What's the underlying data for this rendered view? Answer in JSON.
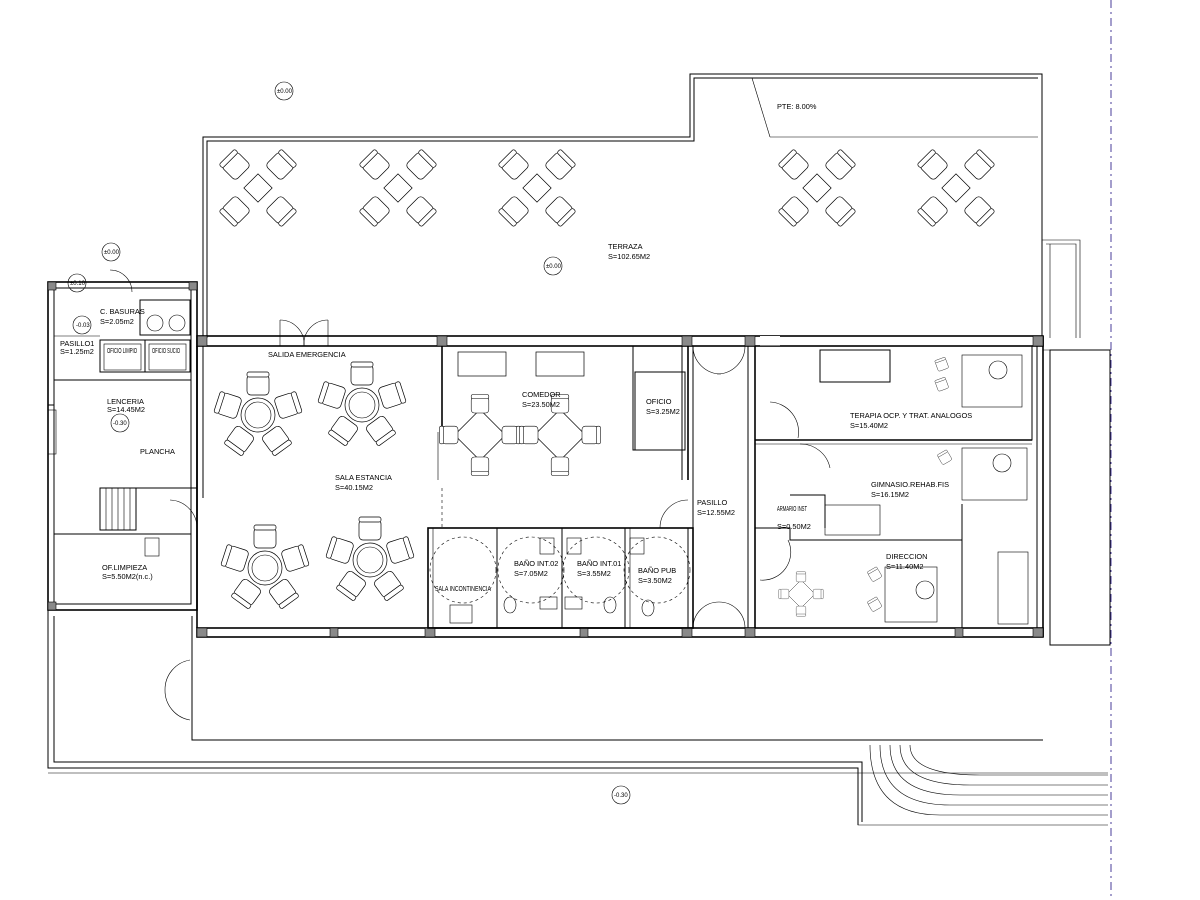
{
  "plan": {
    "slope": "PTE: 8.00%",
    "levels": {
      "top": "±0.00",
      "terrace": "±0.00",
      "entry": "±0.00",
      "entry2": "±0.10",
      "trash": "-0.03",
      "linen": "-0.30",
      "bottom": "-0.30"
    },
    "rooms": [
      {
        "name": "TERRAZA",
        "area": "S=102.65M2"
      },
      {
        "name": "C. BASURAS",
        "area": "S=2.05m2"
      },
      {
        "name": "PASILLO1",
        "area": "S=1.25m2"
      },
      {
        "name": "OFICIO LIMPIO",
        "area": ""
      },
      {
        "name": "OFICIO SUCIO",
        "area": ""
      },
      {
        "name": "LENCERIA",
        "area": "S=14.45M2"
      },
      {
        "name": "PLANCHA",
        "area": ""
      },
      {
        "name": "OF.LIMPIEZA",
        "area": "S=5.50M2(n.c.)"
      },
      {
        "name": "SALIDA EMERGENCIA",
        "area": ""
      },
      {
        "name": "SALA ESTANCIA",
        "area": "S=40.15M2"
      },
      {
        "name": "COMEDOR",
        "area": "S=23.50M2"
      },
      {
        "name": "OFICIO",
        "area": "S=3.25M2"
      },
      {
        "name": "PASILLO",
        "area": "S=12.55M2"
      },
      {
        "name": "SALA INCONTINENCIA",
        "area": ""
      },
      {
        "name": "BAÑO INT.02",
        "area": "S=7.05M2"
      },
      {
        "name": "BAÑO INT.01",
        "area": "S=3.55M2"
      },
      {
        "name": "BAÑO PUB",
        "area": "S=3.50M2"
      },
      {
        "name": "TERAPIA OCP. Y TRAT. ANALOGOS",
        "area": "S=15.40M2"
      },
      {
        "name": "GIMNASIO.REHAB.FIS",
        "area": "S=16.15M2"
      },
      {
        "name": "ARMARIO INST",
        "area": "S=0.50M2"
      },
      {
        "name": "DIRECCION",
        "area": "S=11.40M2"
      }
    ]
  }
}
